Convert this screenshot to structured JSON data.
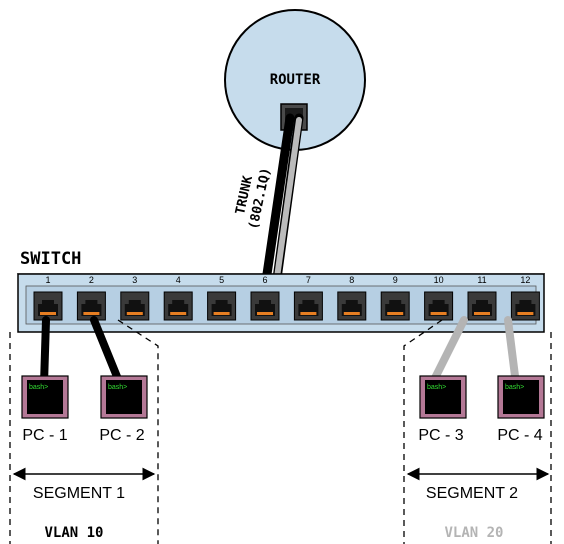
{
  "router": {
    "label": "ROUTER"
  },
  "trunk": {
    "line1": "TRUNK",
    "line2": "(802.1Q)"
  },
  "switch": {
    "label": "SWITCH",
    "ports": [
      "1",
      "2",
      "3",
      "4",
      "5",
      "6",
      "7",
      "8",
      "9",
      "10",
      "11",
      "12"
    ]
  },
  "pcs": [
    {
      "label": "PC - 1",
      "prompt": "bash>"
    },
    {
      "label": "PC - 2",
      "prompt": "bash>"
    },
    {
      "label": "PC - 3",
      "prompt": "bash>"
    },
    {
      "label": "PC - 4",
      "prompt": "bash>"
    }
  ],
  "segments": [
    {
      "label": "SEGMENT 1",
      "vlan": "VLAN 10"
    },
    {
      "label": "SEGMENT 2",
      "vlan": "VLAN 20"
    }
  ],
  "colors": {
    "router_fill": "#c6dcec",
    "switch_fill": "#c6dcec",
    "pc_frame": "#b47896",
    "vlan10": "#000000",
    "vlan20": "#b4b4b4",
    "port_pins": "#e67e22",
    "prompt_text": "#33dd33"
  }
}
